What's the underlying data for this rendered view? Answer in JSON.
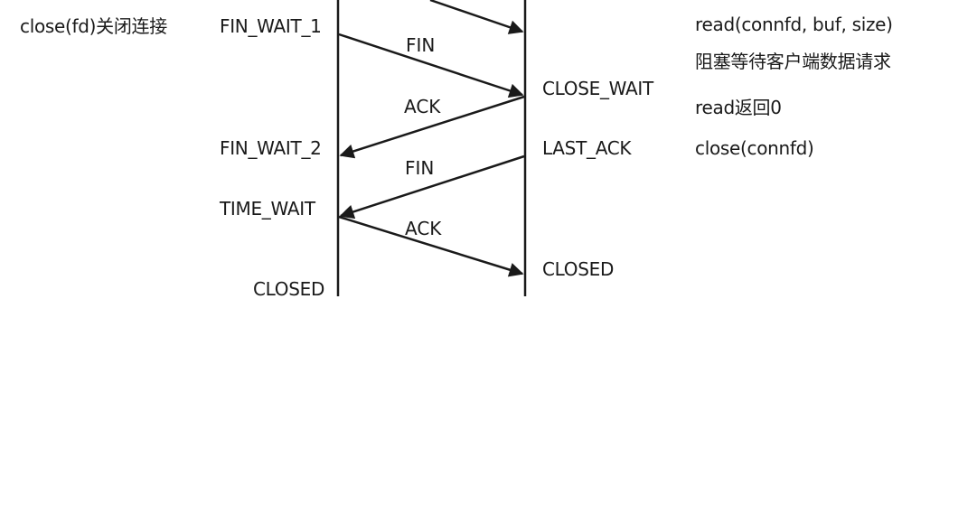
{
  "client": {
    "action_close": "close(fd)关闭连接",
    "state_fin_wait_1": "FIN_WAIT_1",
    "state_fin_wait_2": "FIN_WAIT_2",
    "state_time_wait": "TIME_WAIT",
    "state_closed": "CLOSED"
  },
  "server": {
    "state_close_wait": "CLOSE_WAIT",
    "state_last_ack": "LAST_ACK",
    "state_closed": "CLOSED",
    "note_read": "read(connfd, buf, size)",
    "note_block": "阻塞等待客户端数据请求",
    "note_read_zero": "read返回0",
    "note_close": "close(connfd)"
  },
  "messages": [
    {
      "label": "FIN",
      "from": "client",
      "to": "server"
    },
    {
      "label": "ACK",
      "from": "server",
      "to": "client"
    },
    {
      "label": "FIN",
      "from": "server",
      "to": "client"
    },
    {
      "label": "ACK",
      "from": "client",
      "to": "server"
    }
  ],
  "colors": {
    "line": "#1a1a1a",
    "text": "#1a1a1a",
    "background": "#ffffff"
  }
}
